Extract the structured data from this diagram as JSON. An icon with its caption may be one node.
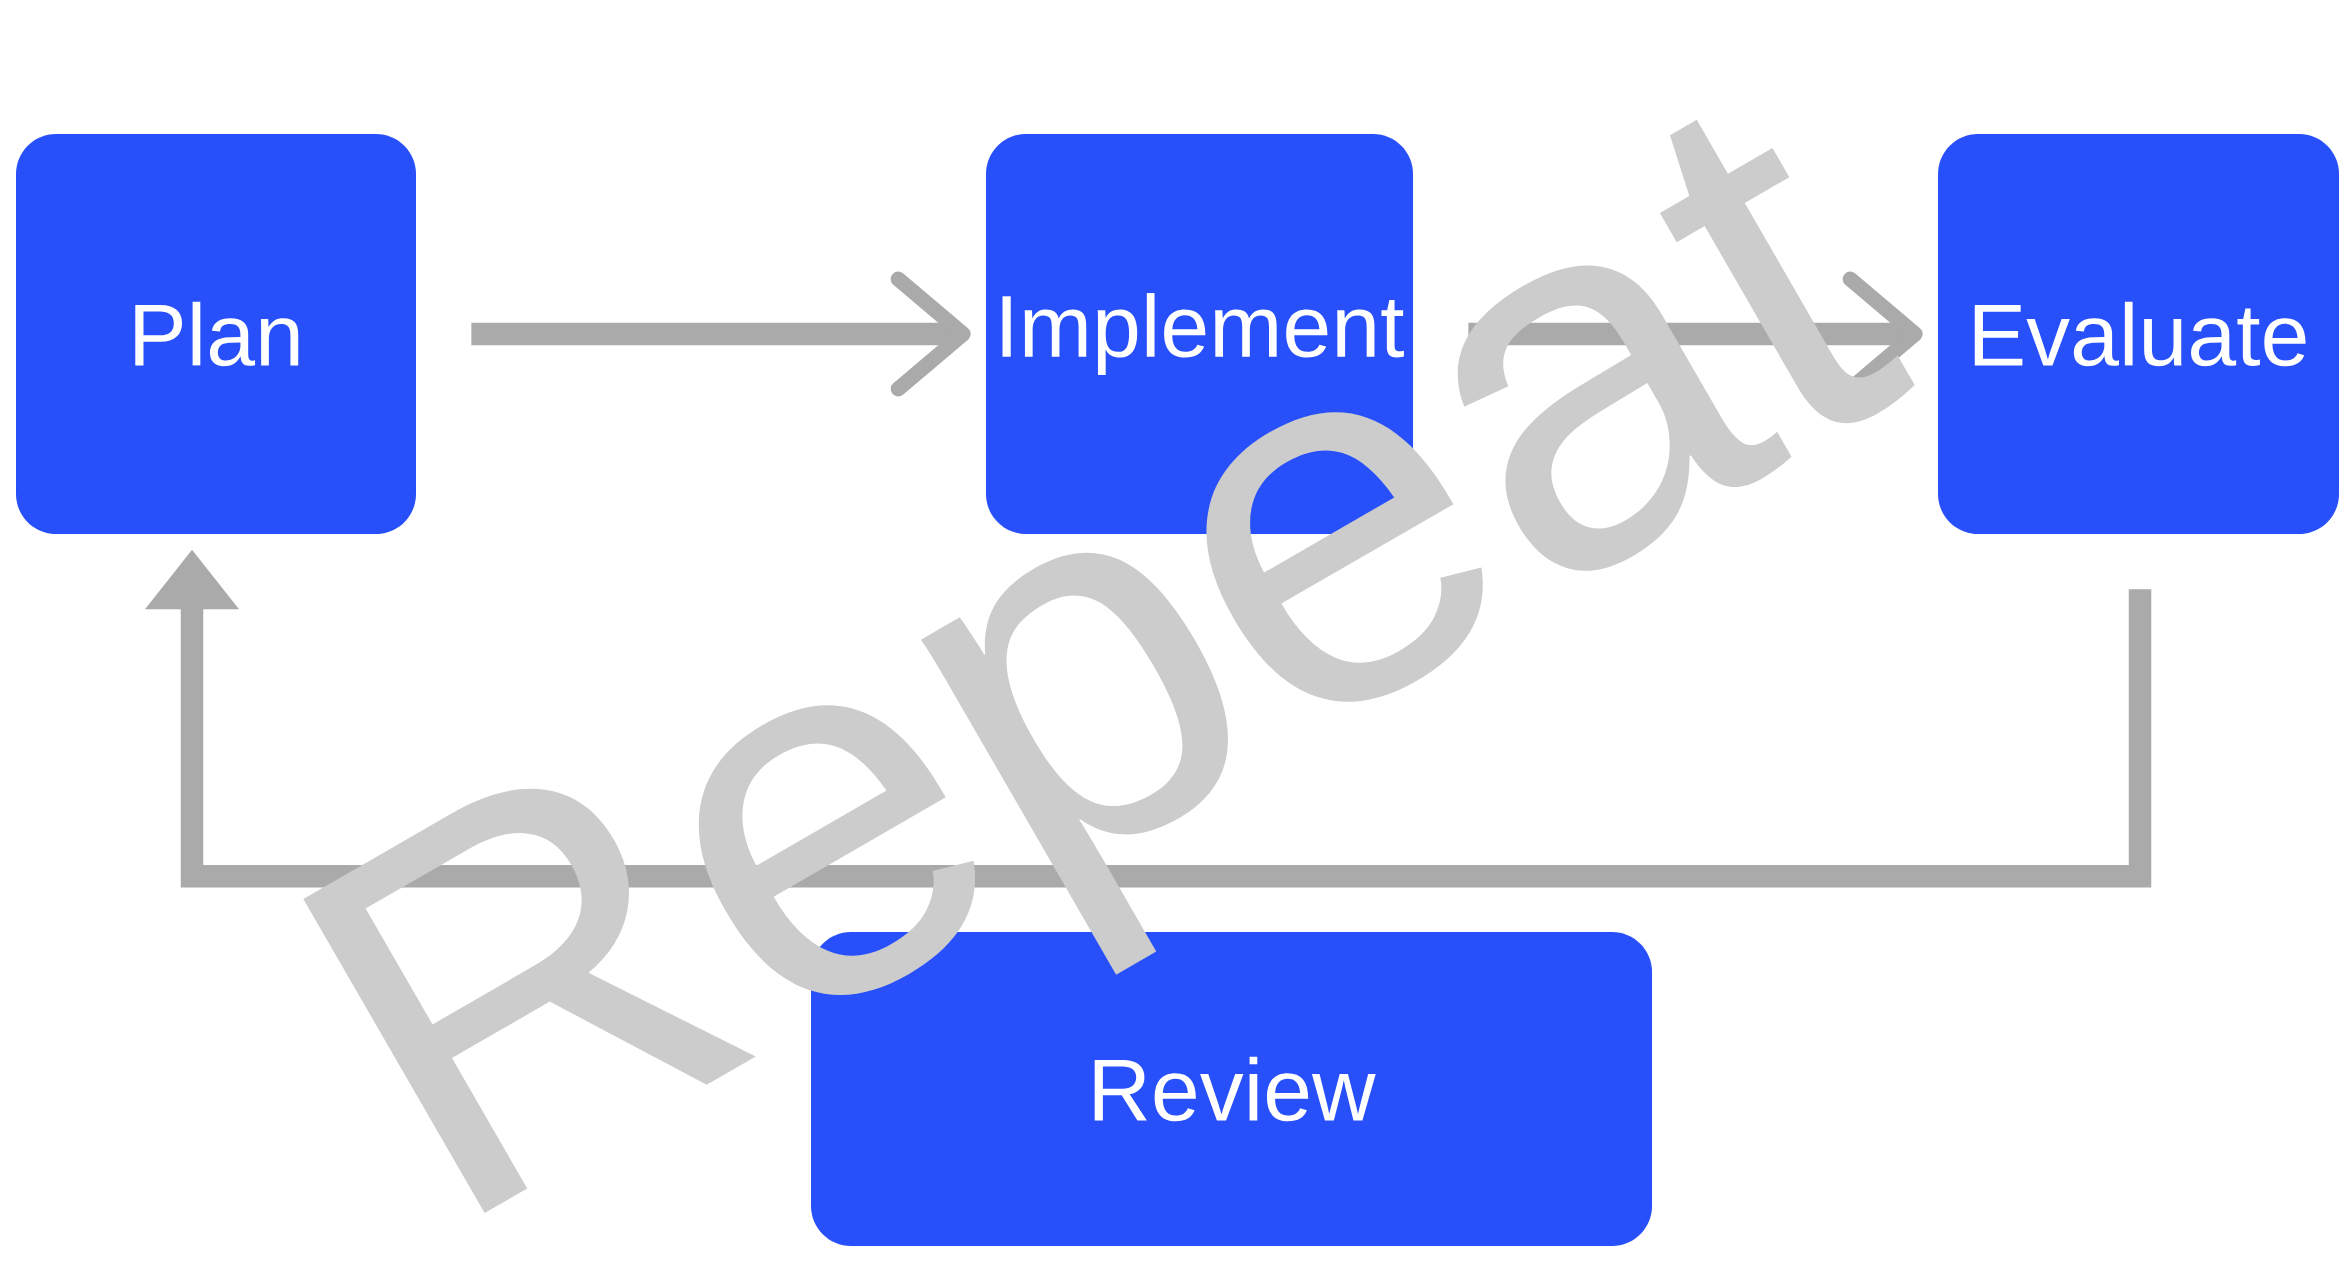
{
  "diagram": {
    "nodes": [
      {
        "text": [
          "Plan"
        ]
      },
      {
        "text": [
          "Implement"
        ]
      },
      {
        "text": [
          "Evaluate"
        ]
      },
      {
        "text": [
          "Review"
        ]
      }
    ],
    "edges": [
      {
        "from": 0,
        "to": 1,
        "arrow": "to"
      },
      {
        "from": 1,
        "to": 2,
        "arrow": "to"
      },
      {
        "from": 2,
        "to": 0,
        "arrow": "to"
      }
    ],
    "labels": [
      "Repeat"
    ]
  }
}
